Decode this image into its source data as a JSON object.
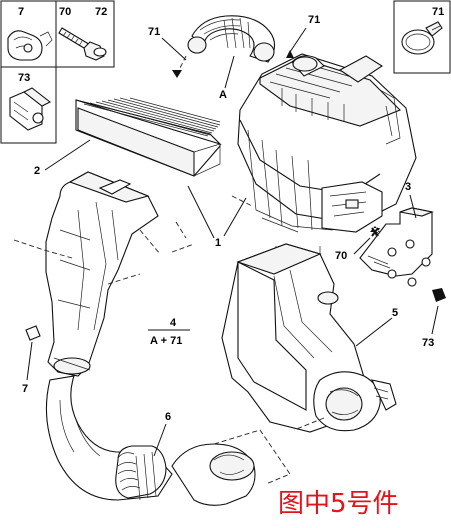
{
  "callouts": {
    "c7_top": "7",
    "c70_top": "70",
    "c72": "72",
    "c71_right_inset": "71",
    "c73_inset": "73",
    "c71_left": "71",
    "c71_mid": "71",
    "cA": "A",
    "c2": "2",
    "c1": "1",
    "c3": "3",
    "c70_mid": "70",
    "c4": "4",
    "c4_formula": "A + 71",
    "c5": "5",
    "c73_bottom": "73",
    "c7_bottom": "7",
    "c6": "6"
  },
  "watermark": "图中5号件",
  "colors": {
    "watermark": "#e1131c"
  }
}
